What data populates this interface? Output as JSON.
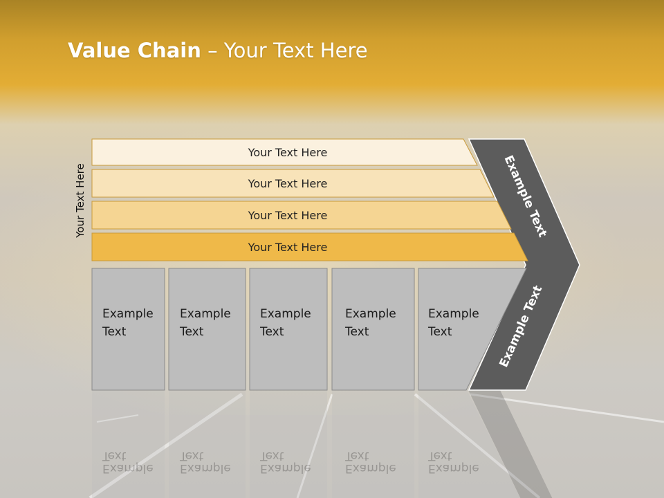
{
  "title": {
    "bold": "Value Chain",
    "rest": " – Your Text Here"
  },
  "side_label": "Your Text Here",
  "bars": [
    {
      "label": "Your Text Here"
    },
    {
      "label": "Your Text Here"
    },
    {
      "label": "Your Text Here"
    },
    {
      "label": "Your Text Here"
    }
  ],
  "boxes": [
    {
      "line1": "Example",
      "line2": "Text"
    },
    {
      "line1": "Example",
      "line2": "Text"
    },
    {
      "line1": "Example",
      "line2": "Text"
    },
    {
      "line1": "Example",
      "line2": "Text"
    },
    {
      "line1": "Example",
      "line2": "Text"
    }
  ],
  "chevron": {
    "top_label": "Example Text",
    "bottom_label": "Example Text"
  },
  "colors": {
    "header": "#d9a02a",
    "bar_fills": [
      "#fbf1df",
      "#f8e3b9",
      "#f5d593",
      "#efb949"
    ],
    "bar_stroke": "#c99a3a",
    "box_fill": "#bdbdbd",
    "box_stroke": "#8a8a8a",
    "chevron": "#5c5c5c"
  }
}
